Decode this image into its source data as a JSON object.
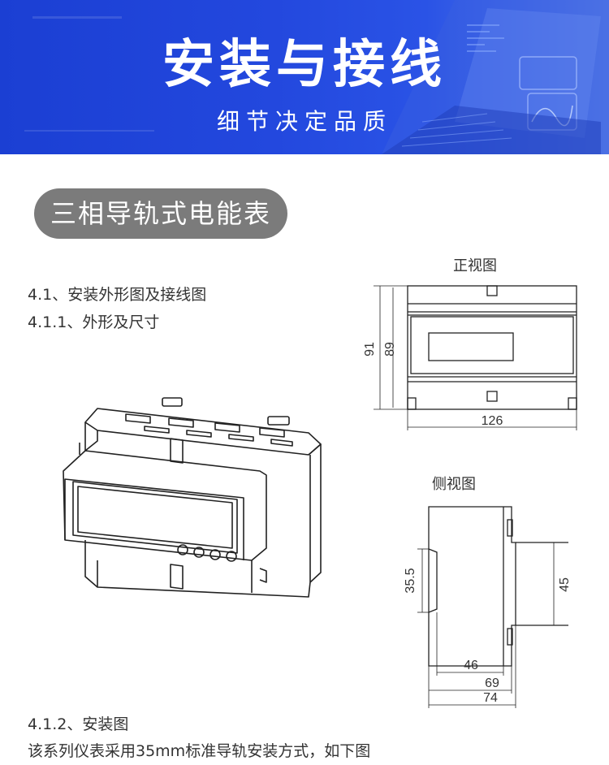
{
  "banner": {
    "title": "安装与接线",
    "subtitle": "细节决定品质"
  },
  "section_pill": "三相导轨式电能表",
  "headings": {
    "h41": "4.1、安装外形图及接线图",
    "h411": "4.1.1、外形及尺寸",
    "h412": "4.1.2、安装图"
  },
  "body_text": "该系列仪表采用35mm标准导轨安装方式，如下图",
  "front_view": {
    "label": "正视图",
    "dim_height_outer": "91",
    "dim_height_inner": "89",
    "dim_width": "126"
  },
  "side_view": {
    "label": "侧视图",
    "dim_rail": "35.5",
    "dim_right": "45",
    "dim_46": "46",
    "dim_69": "69",
    "dim_74": "74"
  }
}
